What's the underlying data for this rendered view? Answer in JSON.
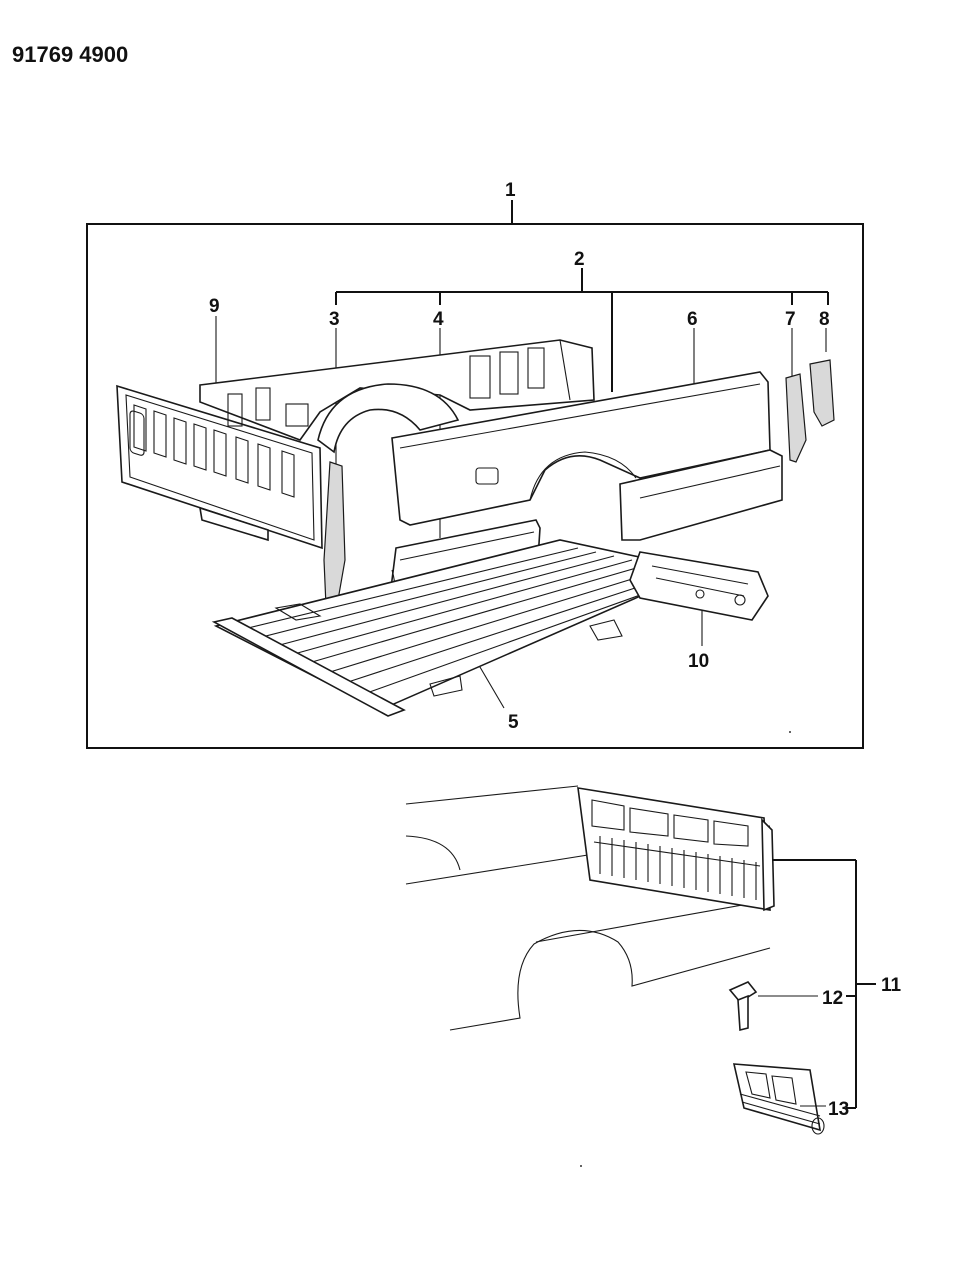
{
  "document_number": "91769 4900",
  "callouts": [
    "1",
    "2",
    "3",
    "4",
    "5",
    "6",
    "7",
    "8",
    "9",
    "10",
    "11",
    "12",
    "13"
  ]
}
